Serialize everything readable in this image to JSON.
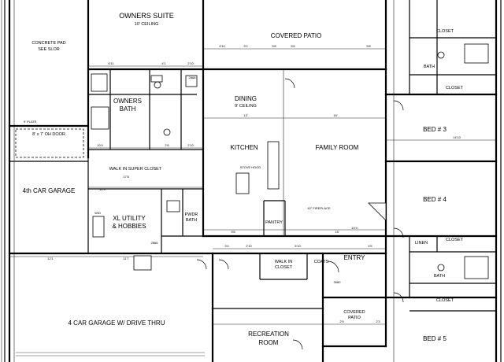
{
  "rooms": {
    "owners_suite": "OWNERS SUITE",
    "covered_patio_top": "COVERED PATIO",
    "concrete_pad": "CONCRETE PAD",
    "see_slor": "SEE SLOR",
    "owners_bath_1": "OWNERS",
    "owners_bath_2": "BATH",
    "dining": "DINING",
    "kitchen": "KITCHEN",
    "family_room": "FAMILY ROOM",
    "bed3": "BED # 3",
    "bed4": "BED # 4",
    "bed5": "BED # 5",
    "closet_a": "CLOSET",
    "closet_b": "CLOSET",
    "closet_c": "CLOSET",
    "closet_d": "CLOSET",
    "bath_a": "BATH",
    "bath_b": "BATH",
    "linen": "LINEN",
    "walk_in_closet": "WALK IN SUPER CLOSET",
    "fourth_garage": "4th CAR GARAGE",
    "xl_utility_1": "XL UTILITY",
    "xl_utility_2": "& HOBBIES",
    "pwdr_bath_1": "PWDR",
    "pwdr_bath_2": "BATH",
    "pantry": "PANTRY",
    "coats": "COATS",
    "entry": "ENTRY",
    "walk_in_closet_2": "WALK IN",
    "walk_in_closet_2b": "CLOSET",
    "garage4": "4 CAR GARAGE W/ DRIVE THRU",
    "recreation_1": "RECREATION",
    "recreation_2": "ROOM",
    "covered_patio_bottom_1": "COVERED",
    "covered_patio_bottom_2": "PATIO"
  },
  "dimensions": {
    "d_610": "6'11",
    "d_41": "4'1",
    "d_210": "2'10",
    "d_410": "4'10",
    "d_32": "3'2",
    "d_58": "5'8",
    "d_56": "5'6",
    "d_13": "13'",
    "d_16": "16'",
    "d_1410": "14'10",
    "d_104": "10'4",
    "d_26": "2'6",
    "d_21": "2'10",
    "d_178": "17'8",
    "d_119": "11'9",
    "d_121": "12'1",
    "d_117": "11'7",
    "d_98": "9'8",
    "d_15": "15'",
    "d_1010": "10'4",
    "d_34": "3'4",
    "d_210b": "2'10",
    "d_510": "5'10",
    "d_45": "4'5",
    "d_29": "2'9",
    "d_23": "2'3"
  },
  "notes": {
    "ceiling9": "9' CEILING",
    "ceiling10": "10' CEILING",
    "plates": "9' PLATE",
    "garage_door": "8' x 7' OH DOOR",
    "stove_hood": "STOVE HOOD",
    "fireplace": "42\" FIREPLACE",
    "wd": "W/D",
    "note_3080": "3080",
    "note_2868": "2868",
    "note_2866": "2866"
  }
}
